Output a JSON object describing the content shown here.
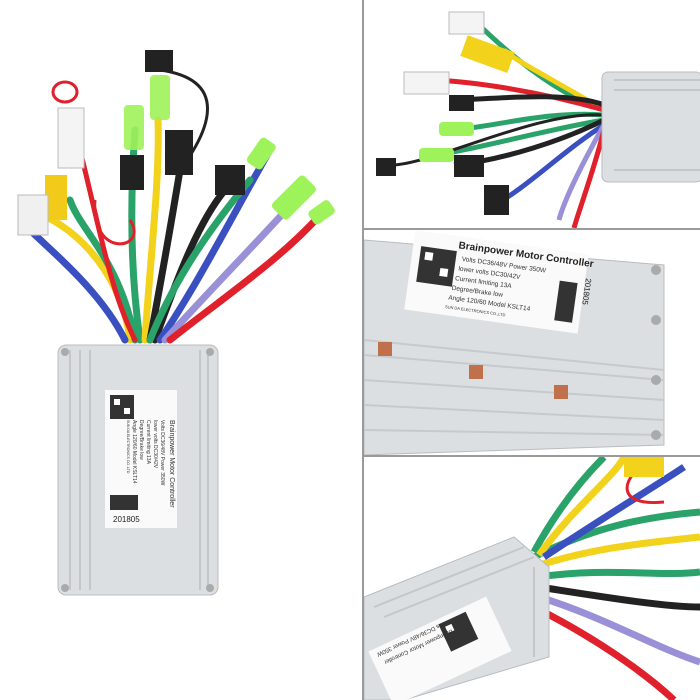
{
  "label": {
    "title": "Brainpower Motor Controller",
    "line1": "Volts DC36/48V  Power 350W",
    "line2": "lower volts DC30/42V",
    "line3": "Current limiting 13A",
    "line4": "Degree/Brake low",
    "line5": "Angle 120/60  Model KSLT14",
    "line6": "SUN DA ELECTRONICS CO.,LTD",
    "date_code": "201805"
  },
  "colors": {
    "housing": "#d9dcdf",
    "red": "#e0202a",
    "green": "#2aa36a",
    "yellow": "#f2d21a",
    "blue": "#3a4fc0",
    "purple": "#9a90d8",
    "black": "#222222",
    "connector_green": "#9ef25a"
  }
}
